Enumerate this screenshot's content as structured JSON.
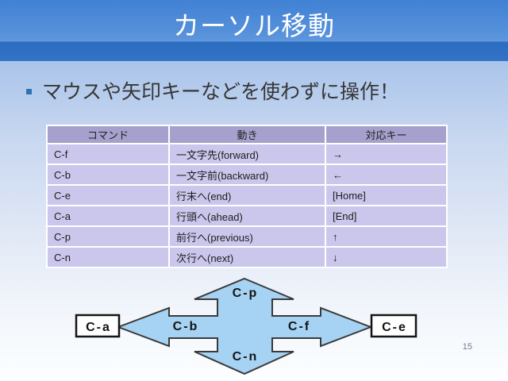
{
  "slide": {
    "title": "カーソル移動",
    "bullet": "マウスや矢印キーなどを使わずに操作！",
    "page_number": "15"
  },
  "table": {
    "headers": {
      "command": "コマンド",
      "movement": "動き",
      "key": "対応キー"
    },
    "rows": [
      {
        "command": "C-f",
        "movement": "一文字先(forward)",
        "key": "→"
      },
      {
        "command": "C-b",
        "movement": "一文字前(backward)",
        "key": "←"
      },
      {
        "command": "C-e",
        "movement": "行末へ(end)",
        "key": "[Home]"
      },
      {
        "command": "C-a",
        "movement": "行頭へ(ahead)",
        "key": "[End]"
      },
      {
        "command": "C-p",
        "movement": "前行へ(previous)",
        "key": "↑"
      },
      {
        "command": "C-n",
        "movement": "次行へ(next)",
        "key": "↓"
      }
    ]
  },
  "diagram": {
    "up_label": "C-p",
    "down_label": "C-n",
    "left_label": "C-b",
    "right_label": "C-f",
    "left_box_label": "C-a",
    "right_box_label": "C-e"
  },
  "colors": {
    "title_bar_top": "#4181d4",
    "title_bar_band": "#2b6dc0",
    "slide_bg_top": "#a9c4ea",
    "slide_bg_bottom": "#fdfeff",
    "table_header_bg": "#a5a0cd",
    "table_row_bg": "#cbc7ec",
    "arrow_fill": "#a6d3f3",
    "arrow_stroke": "#3a3a3a",
    "bullet_marker": "#2e74b5",
    "title_text": "#ffffff"
  }
}
